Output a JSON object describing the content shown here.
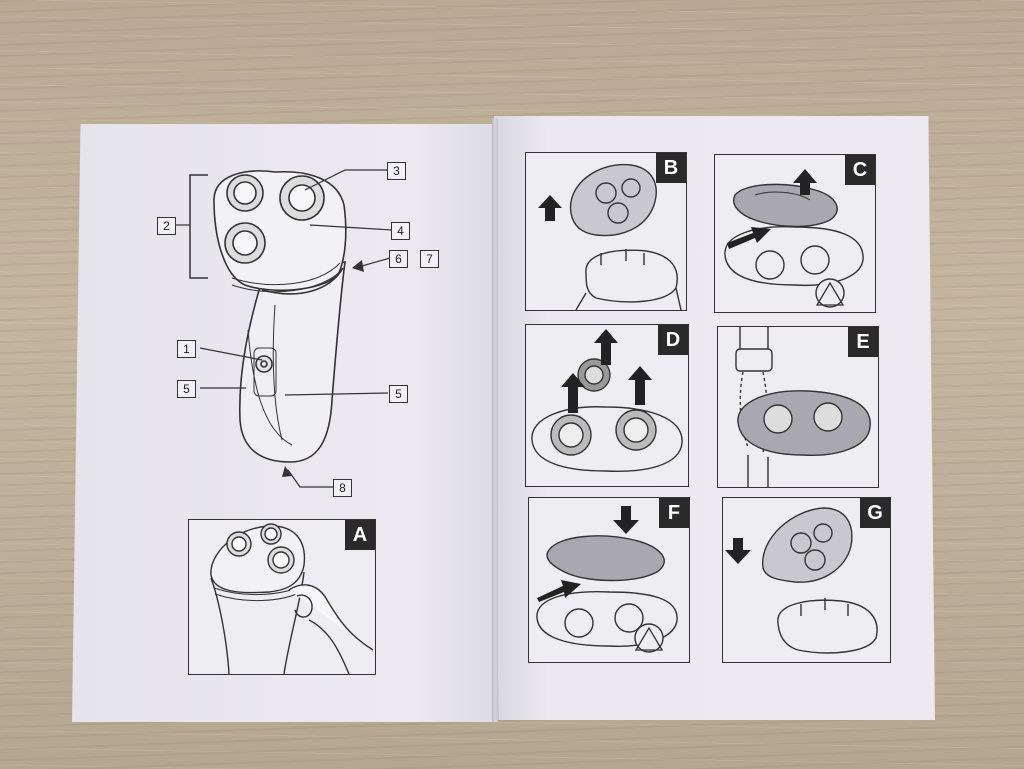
{
  "left_page": {
    "callouts": [
      {
        "id": "callout-3",
        "label": "3"
      },
      {
        "id": "callout-2",
        "label": "2"
      },
      {
        "id": "callout-4",
        "label": "4"
      },
      {
        "id": "callout-6",
        "label": "6"
      },
      {
        "id": "callout-7",
        "label": "7"
      },
      {
        "id": "callout-1",
        "label": "1"
      },
      {
        "id": "callout-5-left",
        "label": "5"
      },
      {
        "id": "callout-5-right",
        "label": "5"
      },
      {
        "id": "callout-8",
        "label": "8"
      }
    ],
    "panel_a": {
      "tag": "A"
    }
  },
  "right_page": {
    "panels": [
      {
        "tag": "B"
      },
      {
        "tag": "C"
      },
      {
        "tag": "D"
      },
      {
        "tag": "E"
      },
      {
        "tag": "F"
      },
      {
        "tag": "G"
      }
    ]
  }
}
